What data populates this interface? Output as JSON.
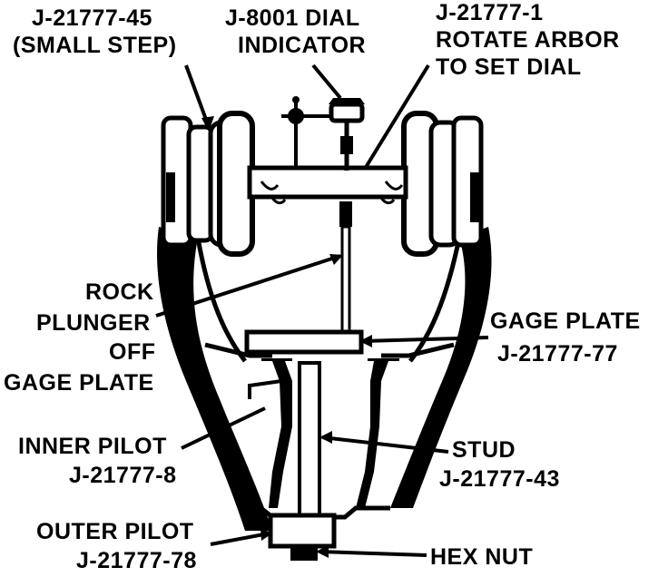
{
  "labels": {
    "small_step": [
      "J-21777-45",
      "(SMALL STEP)"
    ],
    "dial_indicator": [
      "J-8001 DIAL",
      "INDICATOR"
    ],
    "rotate_arbor": [
      "J-21777-1",
      "ROTATE ARBOR",
      "TO SET DIAL"
    ],
    "rock_plunger": [
      "ROCK",
      "PLUNGER",
      "OFF",
      "GAGE PLATE"
    ],
    "gage_plate": [
      "GAGE PLATE",
      "J-21777-77"
    ],
    "inner_pilot": [
      "INNER PILOT",
      "J-21777-8"
    ],
    "stud": [
      "STUD",
      "J-21777-43"
    ],
    "outer_pilot": [
      "OUTER PILOT",
      "J-21777-78"
    ],
    "hex_nut": [
      "HEX NUT"
    ]
  },
  "colors": {
    "ink": "#000000",
    "paper": "#ffffff"
  }
}
